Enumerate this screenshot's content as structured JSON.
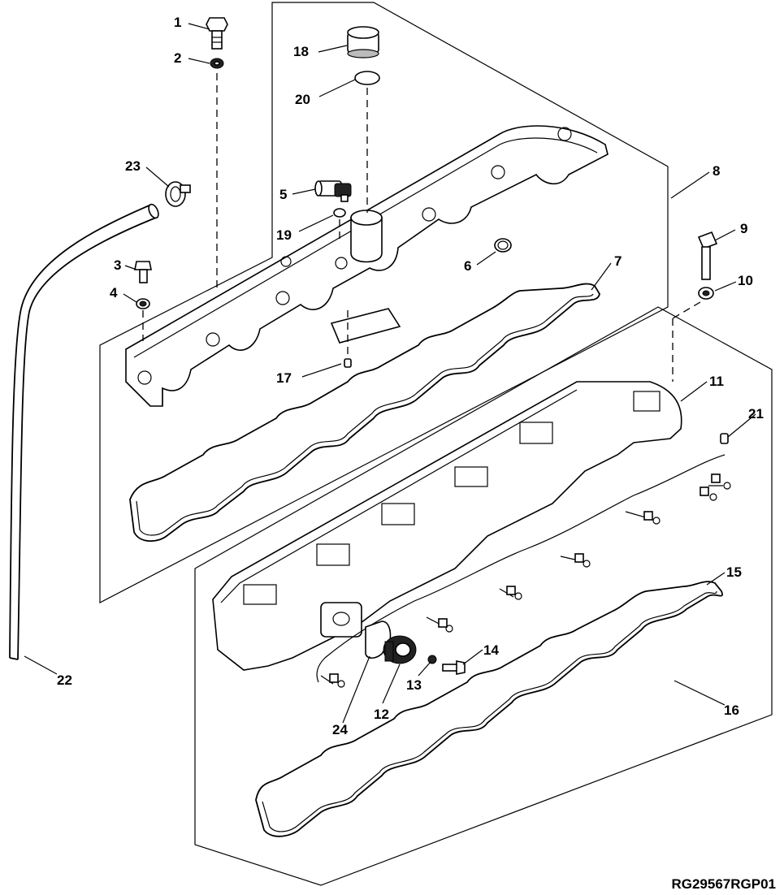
{
  "diagram": {
    "reference_code": "RG29567RGP01",
    "callouts": {
      "c1": "1",
      "c2": "2",
      "c3": "3",
      "c4": "4",
      "c5": "5",
      "c6": "6",
      "c7": "7",
      "c8": "8",
      "c9": "9",
      "c10": "10",
      "c11": "11",
      "c12": "12",
      "c13": "13",
      "c14": "14",
      "c15": "15",
      "c16": "16",
      "c17": "17",
      "c18": "18",
      "c19": "19",
      "c20": "20",
      "c21": "21",
      "c22": "22",
      "c23": "23",
      "c24": "24"
    }
  }
}
